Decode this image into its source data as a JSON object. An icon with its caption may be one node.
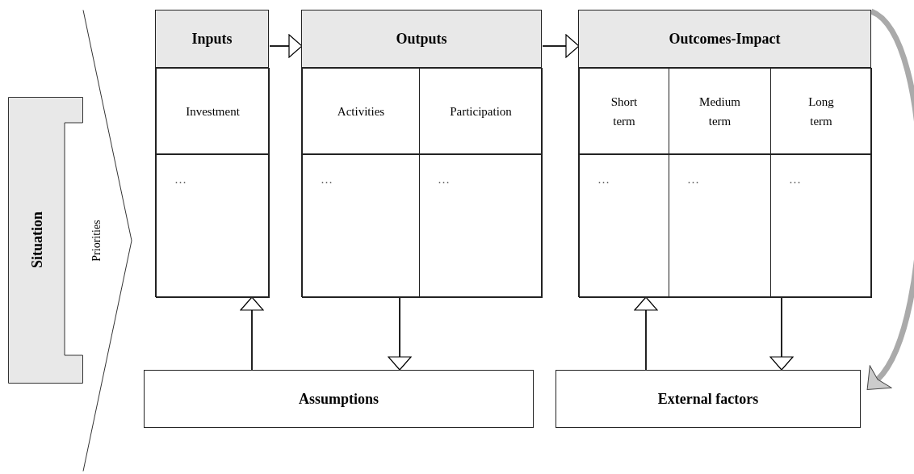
{
  "diagram": {
    "nodes": [
      {
        "text": [
          "Situation"
        ]
      },
      {
        "text": [
          "Priorities"
        ]
      },
      {
        "text": [
          "Inputs"
        ]
      },
      {
        "text": [
          "Investment"
        ],
        "in": 2
      },
      {
        "text": [
          "…"
        ],
        "in": 2
      },
      {
        "text": [
          "Outputs"
        ]
      },
      {
        "text": [
          "Activities"
        ],
        "in": 5
      },
      {
        "text": [
          "Participation"
        ],
        "in": 5
      },
      {
        "text": [
          "…"
        ],
        "in": 5
      },
      {
        "text": [
          "…"
        ],
        "in": 5
      },
      {
        "text": [
          "Outcomes-Impact"
        ]
      },
      {
        "text": [
          "Short term"
        ],
        "in": 10
      },
      {
        "text": [
          "Medium term"
        ],
        "in": 10
      },
      {
        "text": [
          "Long term"
        ],
        "in": 10
      },
      {
        "text": [
          "…"
        ],
        "in": 10
      },
      {
        "text": [
          "…"
        ],
        "in": 10
      },
      {
        "text": [
          "…"
        ],
        "in": 10
      },
      {
        "text": [
          "Assumptions"
        ]
      },
      {
        "text": [
          "External factors"
        ]
      }
    ],
    "edges": [
      {
        "from": 2,
        "to": 5,
        "arrow": "to"
      },
      {
        "from": 5,
        "to": 10,
        "arrow": "to"
      },
      {
        "from": 17,
        "to": 2,
        "arrow": "to"
      },
      {
        "from": 5,
        "to": 17,
        "arrow": "to"
      },
      {
        "from": 18,
        "to": 10,
        "arrow": "to"
      },
      {
        "from": 10,
        "to": 18,
        "arrow": "to"
      },
      {
        "from": 10,
        "to": 18,
        "arrow": "to",
        "style": "thick",
        "color": "#aaaaaa"
      }
    ]
  }
}
